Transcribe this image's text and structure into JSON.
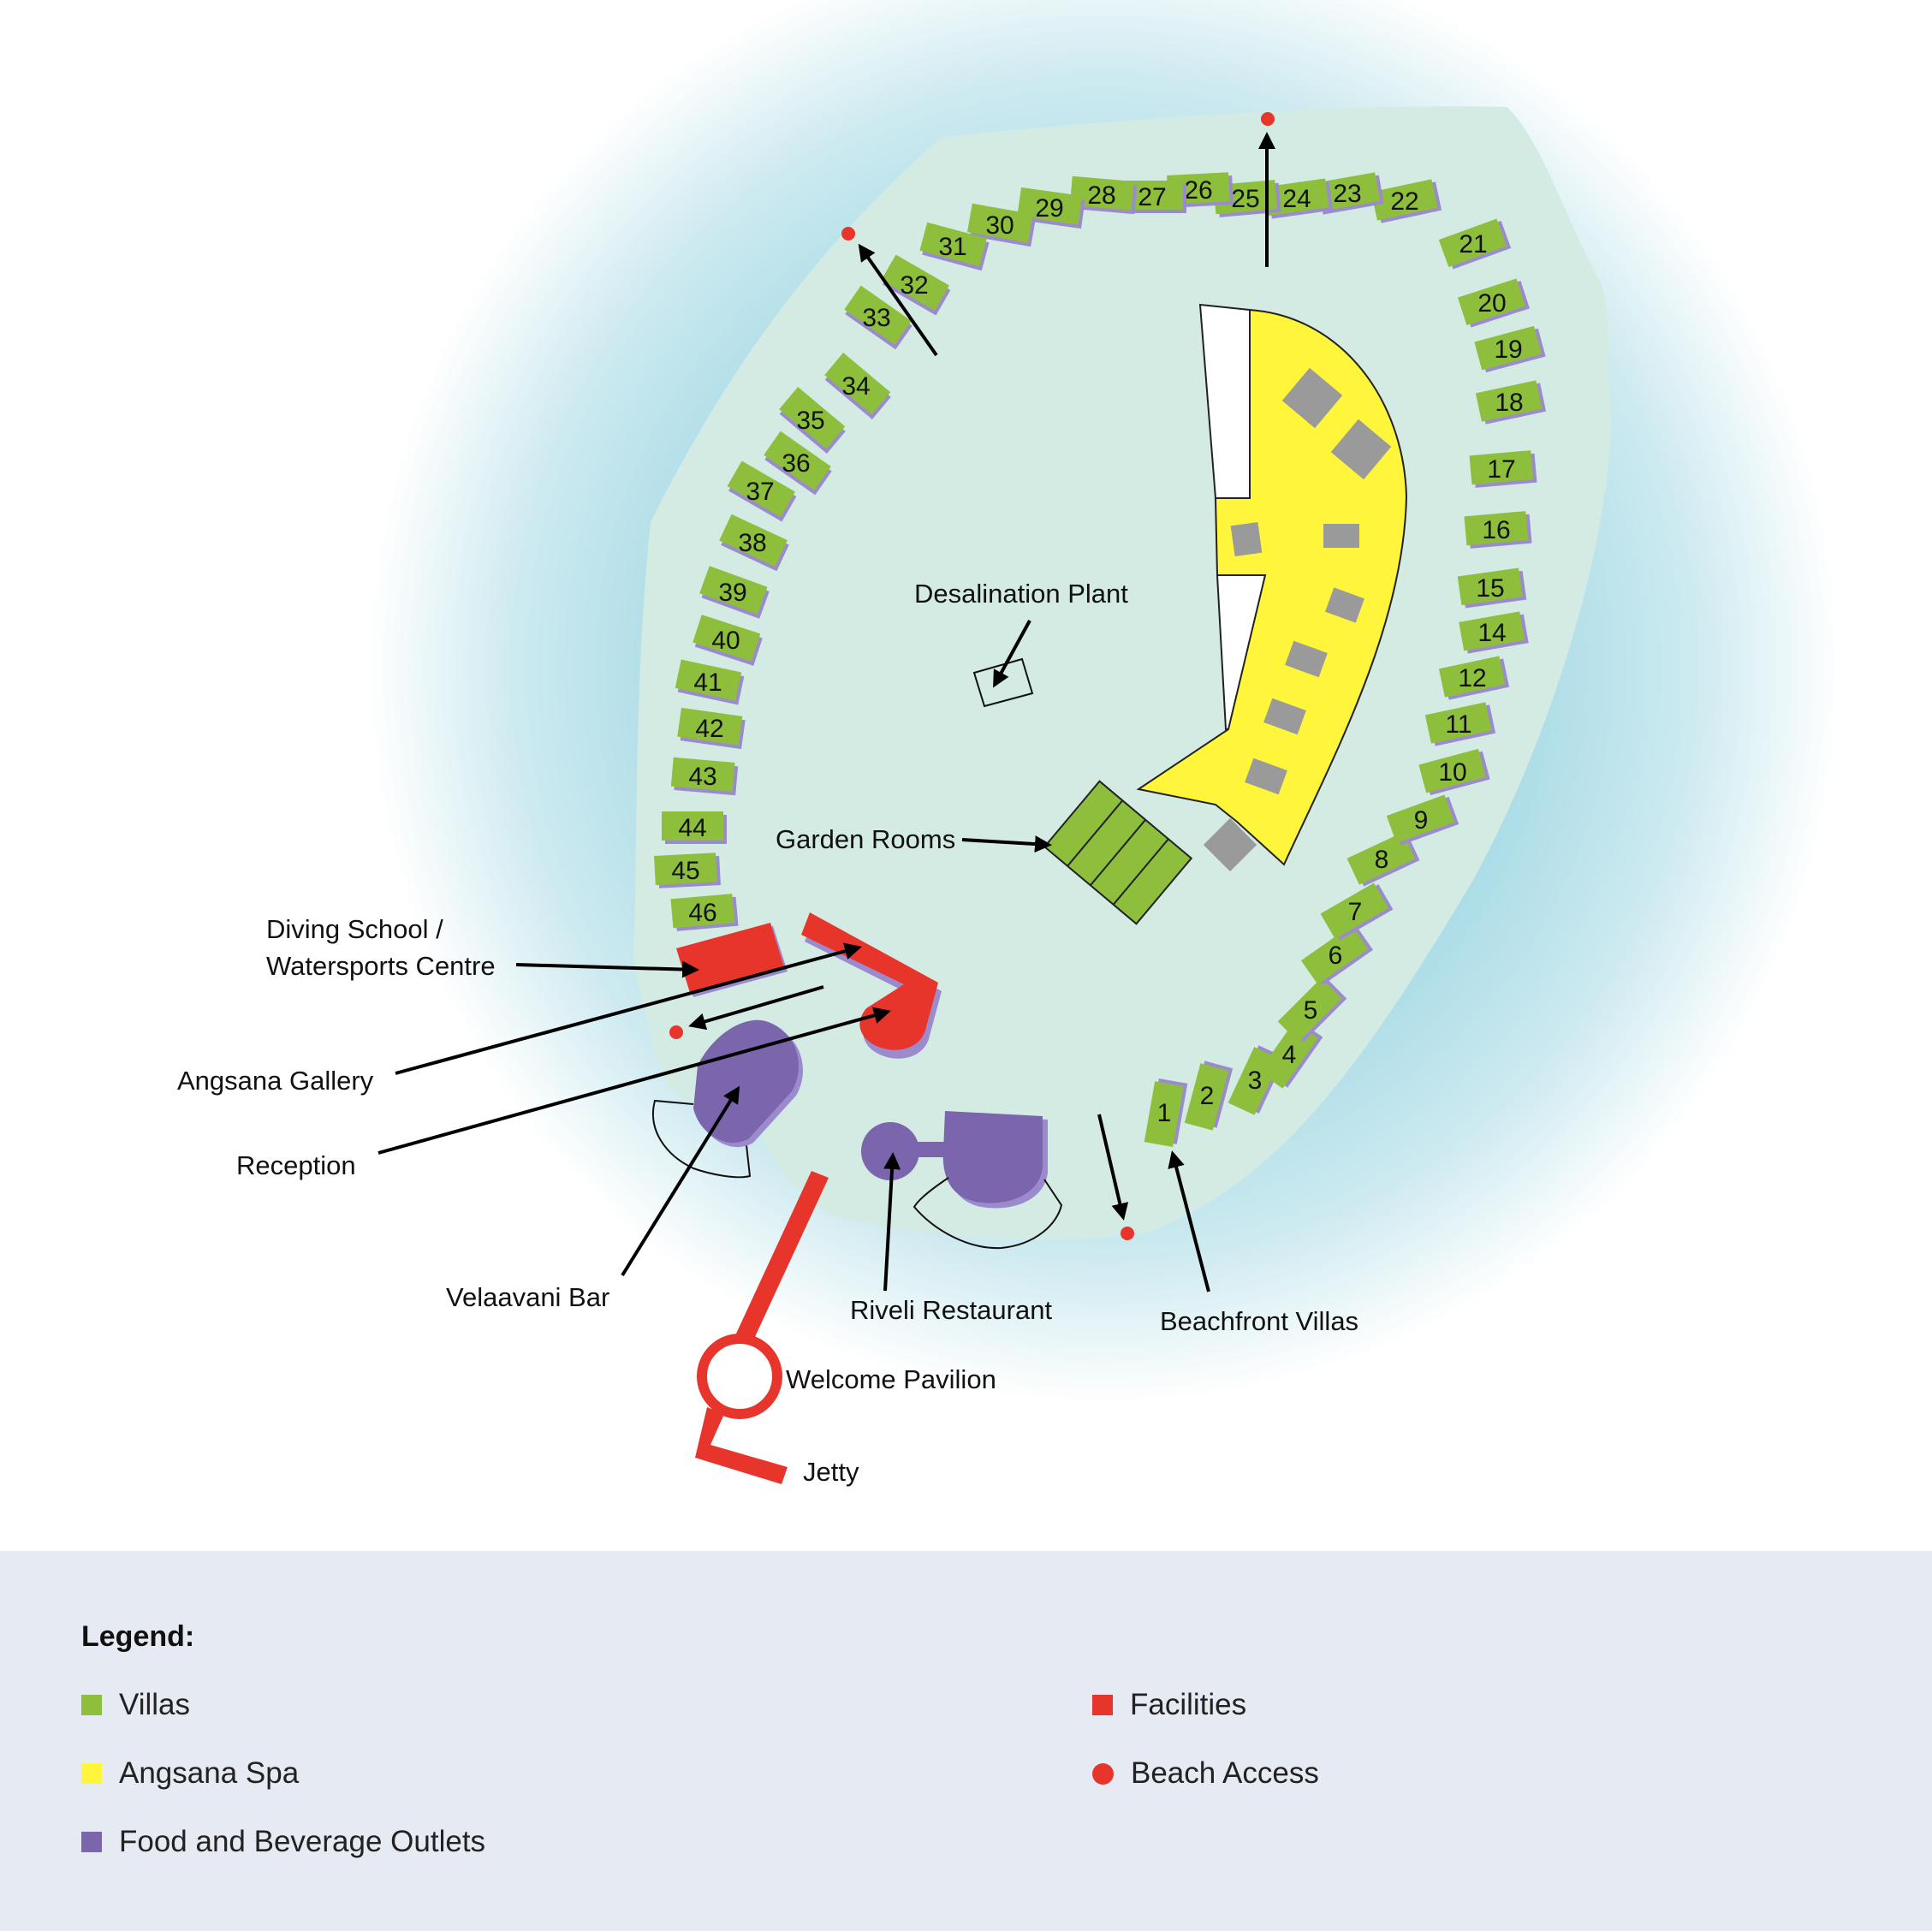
{
  "colors": {
    "villa": "#8dbf3c",
    "villa_shadow": "#9b8bcd",
    "spa": "#fff53a",
    "fnb": "#7b65ad",
    "facility": "#e8352c",
    "beach_access": "#e8352c",
    "island": "#d3ebe3",
    "water": "#a8dbe6",
    "building": "#9a9a9a"
  },
  "villas": [
    "1",
    "2",
    "3",
    "4",
    "5",
    "6",
    "7",
    "8",
    "9",
    "10",
    "11",
    "12",
    "14",
    "15",
    "16",
    "17",
    "18",
    "19",
    "20",
    "21",
    "22",
    "23",
    "24",
    "25",
    "26",
    "27",
    "28",
    "29",
    "30",
    "31",
    "32",
    "33",
    "34",
    "35",
    "36",
    "37",
    "38",
    "39",
    "40",
    "41",
    "42",
    "43",
    "44",
    "45",
    "46"
  ],
  "labels": {
    "desalination": "Desalination Plant",
    "garden_rooms": "Garden Rooms",
    "diving_1": "Diving School /",
    "diving_2": "Watersports Centre",
    "gallery": "Angsana Gallery",
    "reception": "Reception",
    "bar": "Velaavani Bar",
    "restaurant": "Riveli Restaurant",
    "beachfront": "Beachfront Villas",
    "pavilion": "Welcome Pavilion",
    "jetty": "Jetty"
  },
  "legend": {
    "title": "Legend:",
    "items": [
      {
        "label": "Villas",
        "icon": "green-square-icon"
      },
      {
        "label": "Angsana Spa",
        "icon": "yellow-square-icon"
      },
      {
        "label": "Food and Beverage Outlets",
        "icon": "purple-square-icon"
      },
      {
        "label": "Facilities",
        "icon": "red-square-icon"
      },
      {
        "label": "Beach Access",
        "icon": "red-dot-icon"
      }
    ]
  }
}
